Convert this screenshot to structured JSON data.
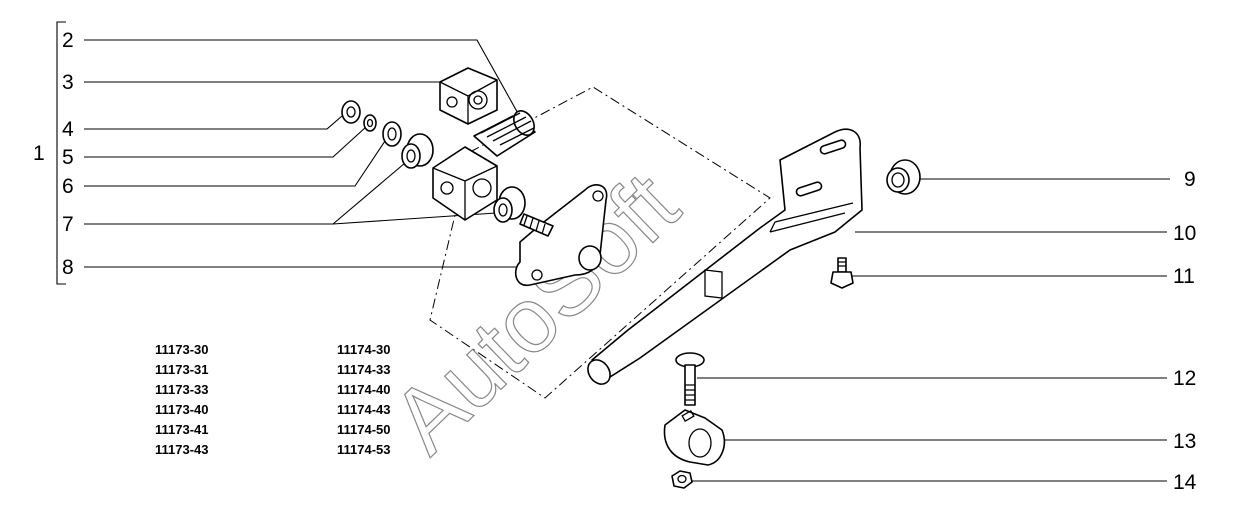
{
  "diagram": {
    "group_label": "1",
    "callouts": [
      "2",
      "3",
      "4",
      "5",
      "6",
      "7",
      "8",
      "9",
      "10",
      "11",
      "12",
      "13",
      "14"
    ],
    "watermark": "AutoSoft",
    "model_codes": {
      "column1": [
        "11173-30",
        "11173-31",
        "11173-33",
        "11173-40",
        "11173-41",
        "11173-43"
      ],
      "column2": [
        "11174-30",
        "11174-33",
        "11174-40",
        "11174-43",
        "11174-50",
        "11174-53"
      ]
    },
    "parts": [
      {
        "id": "2",
        "name": "splined-shaft"
      },
      {
        "id": "3",
        "name": "square-bushing"
      },
      {
        "id": "4",
        "name": "small-bushing"
      },
      {
        "id": "5",
        "name": "washer"
      },
      {
        "id": "6",
        "name": "flanged-bushing"
      },
      {
        "id": "7",
        "name": "flanged-bushing"
      },
      {
        "id": "8",
        "name": "bracket-plate"
      },
      {
        "id": "9",
        "name": "grommet"
      },
      {
        "id": "10",
        "name": "lever-arm"
      },
      {
        "id": "11",
        "name": "flange-bolt"
      },
      {
        "id": "12",
        "name": "carriage-bolt"
      },
      {
        "id": "13",
        "name": "clamp"
      },
      {
        "id": "14",
        "name": "flange-nut"
      }
    ]
  }
}
